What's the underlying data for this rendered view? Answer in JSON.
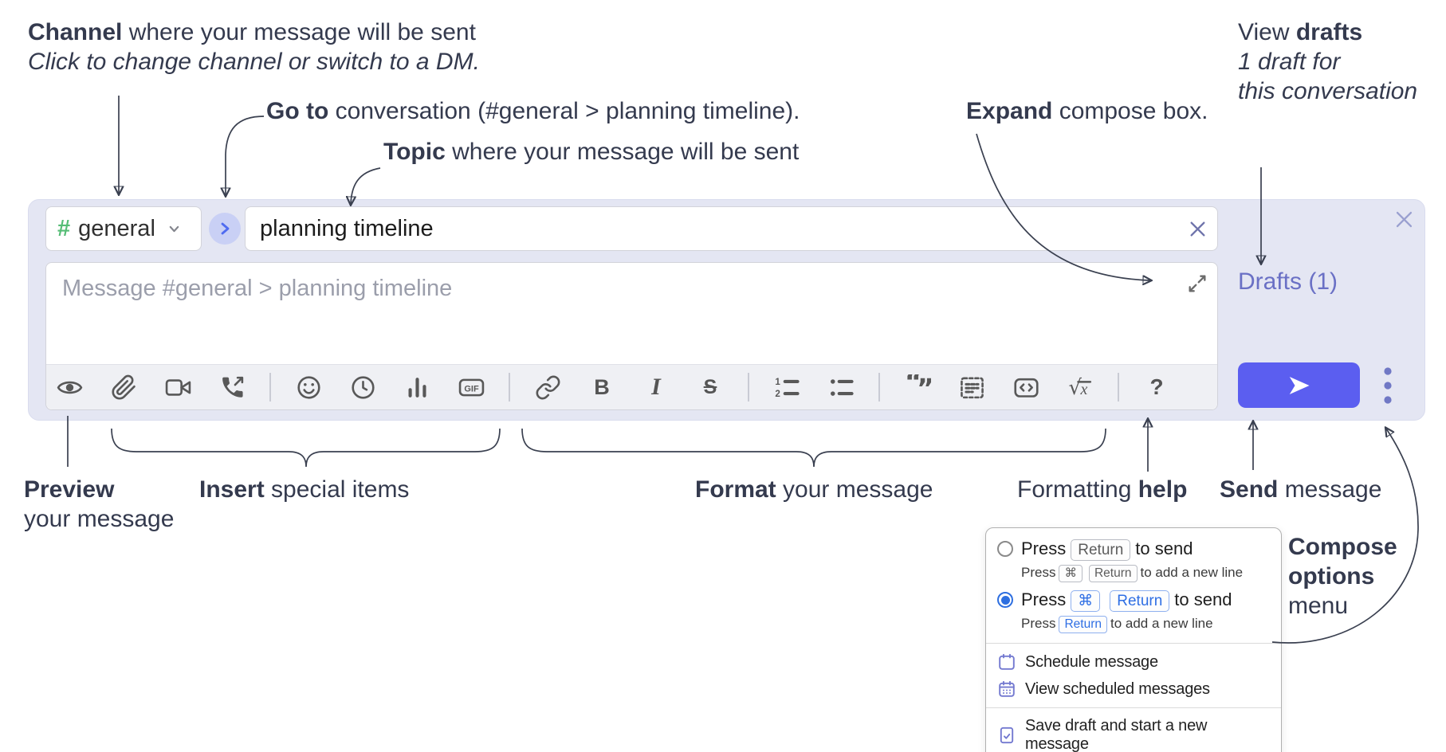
{
  "annotations": {
    "channel": {
      "bold": "Channel",
      "rest": " where your message will be sent",
      "line2": "Click to change channel or switch to a DM."
    },
    "goto": {
      "bold": "Go to",
      "rest": " conversation (#general > planning timeline)."
    },
    "topic": {
      "bold": "Topic",
      "rest": " where your message will be sent"
    },
    "view_drafts": {
      "pre": "View ",
      "bold": "drafts",
      "line2": "1 draft for",
      "line3": "this conversation"
    },
    "expand": {
      "bold": "Expand",
      "rest": " compose box."
    },
    "preview": {
      "bold": "Preview",
      "line2": "your message"
    },
    "insert": {
      "bold": "Insert",
      "rest": " special items"
    },
    "format": {
      "bold": "Format",
      "rest": " your message"
    },
    "formatting_help": {
      "pre": "Formatting ",
      "bold": "help"
    },
    "send": {
      "bold": "Send",
      "rest": " message"
    },
    "compose_options": {
      "line1": "Compose",
      "line2": "options",
      "line3": "menu"
    }
  },
  "compose": {
    "channel": {
      "hash": "#",
      "label": "general"
    },
    "topic_value": "planning timeline",
    "message_placeholder": "Message #general > planning timeline",
    "drafts_link": "Drafts (1)",
    "toolbar": {
      "gif_label": "GIF",
      "bold": "B",
      "italic": "I",
      "strike": "S",
      "help": "?",
      "ol1": "1",
      "ol2": "2",
      "quote_open": "“",
      "quote_close": "”",
      "math_root": "√",
      "math_var": "x"
    }
  },
  "menu": {
    "option_enter": {
      "pre": "Press",
      "kbd": "Return",
      "post": "to send",
      "sub_pre": "Press",
      "sub_kbd_cmd": "⌘",
      "sub_kbd_return": "Return",
      "sub_post": "to add a new line"
    },
    "option_cmd_enter": {
      "pre": "Press",
      "kbd_cmd": "⌘",
      "kbd_return": "Return",
      "post": "to send",
      "sub_pre": "Press",
      "sub_kbd_return": "Return",
      "sub_post": "to add a new line"
    },
    "items": [
      "Schedule message",
      "View scheduled messages",
      "Save draft and start a new message"
    ]
  },
  "colors": {
    "send_button": "#5b5ef0",
    "drafts_link": "#6a70c5",
    "channel_hash": "#55bd76",
    "radio_selected": "#2e6fe0",
    "kbd_blue": "#2f6fe4",
    "compose_bg": "#e4e6f3"
  }
}
